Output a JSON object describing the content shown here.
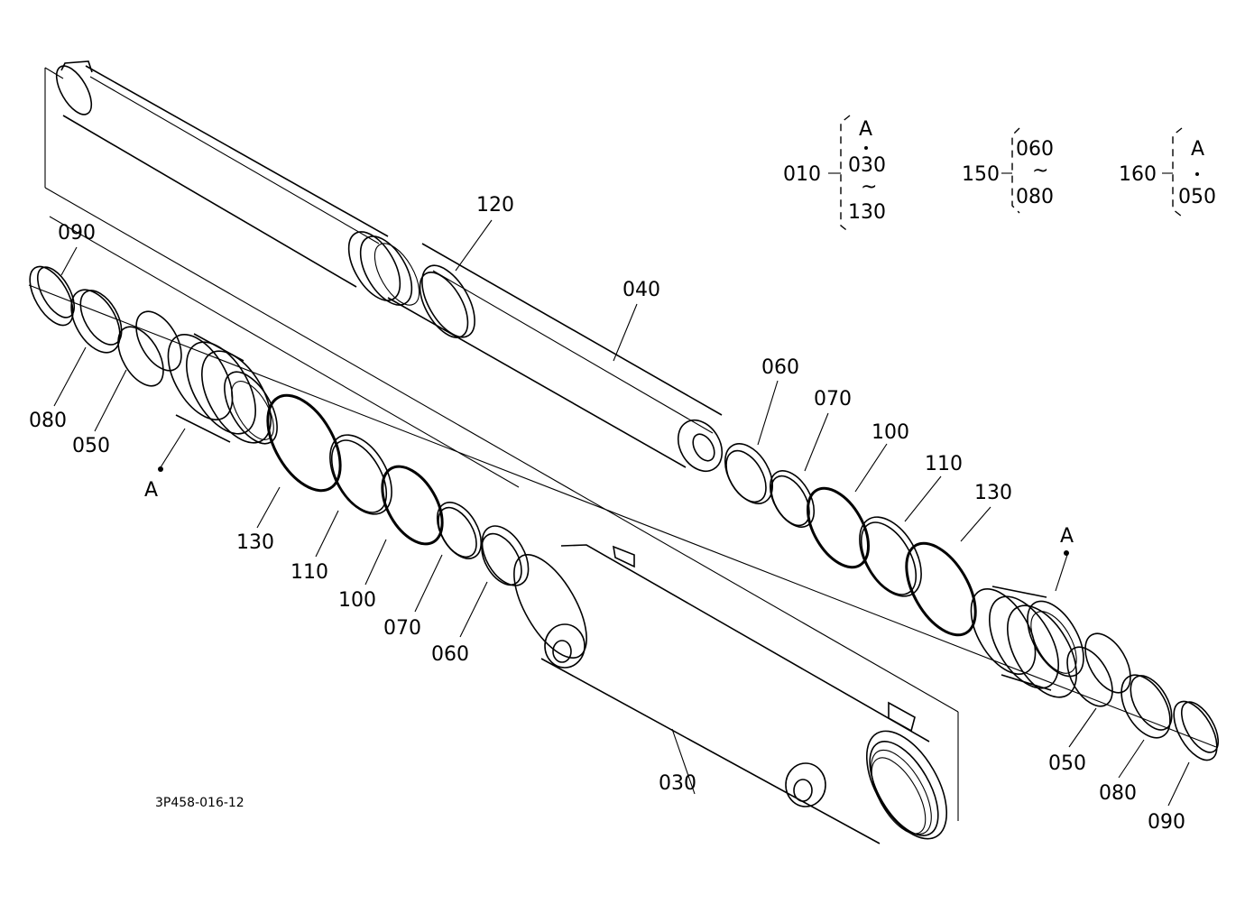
{
  "diagram": {
    "reference_code": "3P458-016-12",
    "part_labels": {
      "p120": "120",
      "p040": "040",
      "p030": "030",
      "left_090": "090",
      "left_080": "080",
      "left_050": "050",
      "left_A": "A",
      "left_130": "130",
      "left_110": "110",
      "left_100": "100",
      "left_070": "070",
      "left_060": "060",
      "right_060": "060",
      "right_070": "070",
      "right_100": "100",
      "right_110": "110",
      "right_130": "130",
      "right_A": "A",
      "right_050": "050",
      "right_080": "080",
      "right_090": "090"
    },
    "legend": {
      "g1": {
        "main": "010",
        "top": "A",
        "mid": "030",
        "tilde": "~",
        "bot": "130"
      },
      "g2": {
        "main": "150",
        "top": "060",
        "tilde": "~",
        "bot": "080"
      },
      "g3": {
        "main": "160",
        "top": "A",
        "bot": "050"
      }
    }
  }
}
